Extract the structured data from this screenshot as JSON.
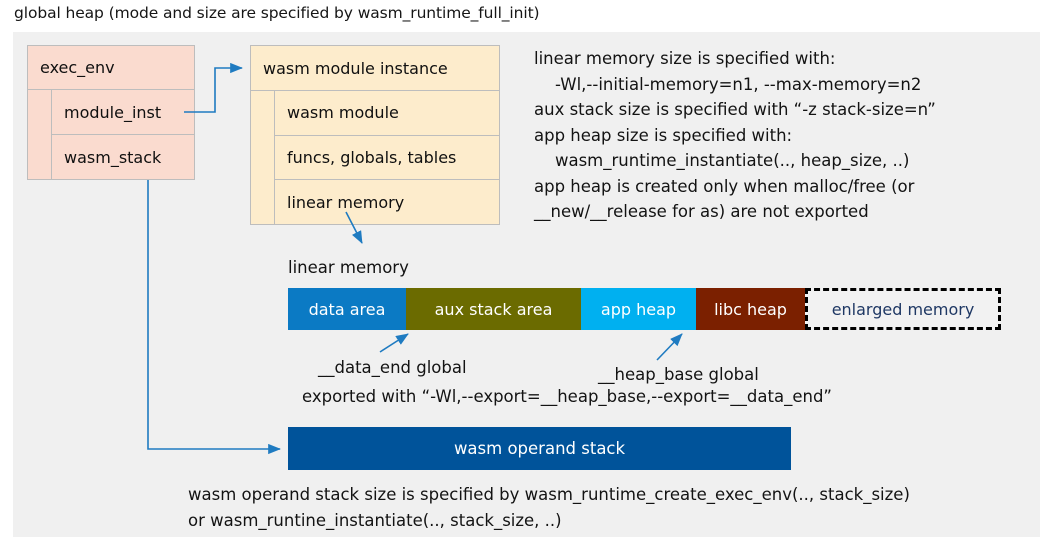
{
  "title": "global heap (mode and size are specified by wasm_runtime_full_init)",
  "colors": {
    "panel_bg": "#f0f0f0",
    "exec_env_fill": "#fadbcf",
    "module_inst_fill": "#fdeccc",
    "box_border": "#bdbdbd",
    "connector": "#1f7bc1",
    "data_area": "#0b7ac4",
    "aux_stack_area": "#6b6b00",
    "app_heap": "#00b0f0",
    "libc_heap": "#7b2000",
    "enlarged_memory_fill": "#f2f2f2",
    "enlarged_memory_text": "#1f3864",
    "operand_stack": "#00539a"
  },
  "exec_env": {
    "header": "exec_env",
    "rows": [
      {
        "label": "module_inst"
      },
      {
        "label": "wasm_stack"
      }
    ]
  },
  "module_instance": {
    "header": "wasm module instance",
    "rows": [
      {
        "label": "wasm module"
      },
      {
        "label": "funcs, globals, tables"
      },
      {
        "label": "linear memory"
      }
    ]
  },
  "notes_right": "linear memory size is specified with:\n    -Wl,--initial-memory=n1, --max-memory=n2\naux stack size is specified with “-z stack-size=n”\napp heap size is specified with:\n    wasm_runtime_instantiate(.., heap_size, ..)\napp heap is created only when malloc/free (or\n__new/__release for as) are not exported",
  "linear_memory": {
    "label": "linear memory",
    "segments": [
      {
        "label": "data area",
        "width": 118,
        "fill": "#0b7ac4",
        "text": "#ffffff",
        "dashed": false
      },
      {
        "label": "aux stack area",
        "width": 175,
        "fill": "#6b6b00",
        "text": "#ffffff",
        "dashed": false
      },
      {
        "label": "app heap",
        "width": 115,
        "fill": "#00b0f0",
        "text": "#ffffff",
        "dashed": false
      },
      {
        "label": "libc heap",
        "width": 109,
        "fill": "#7b2000",
        "text": "#ffffff",
        "dashed": false
      },
      {
        "label": "enlarged memory",
        "width": 196,
        "fill": "#f2f2f2",
        "text": "#1f3864",
        "dashed": true
      }
    ]
  },
  "annotations": {
    "data_end": "__data_end global",
    "heap_base": "__heap_base global",
    "exported_with": "exported with “-Wl,--export=__heap_base,--export=__data_end”"
  },
  "operand_stack": {
    "label": "wasm operand stack"
  },
  "notes_bottom": "wasm operand stack size is specified by wasm_runtime_create_exec_env(.., stack_size)\nor wasm_runtine_instantiate(.., stack_size, ..)"
}
